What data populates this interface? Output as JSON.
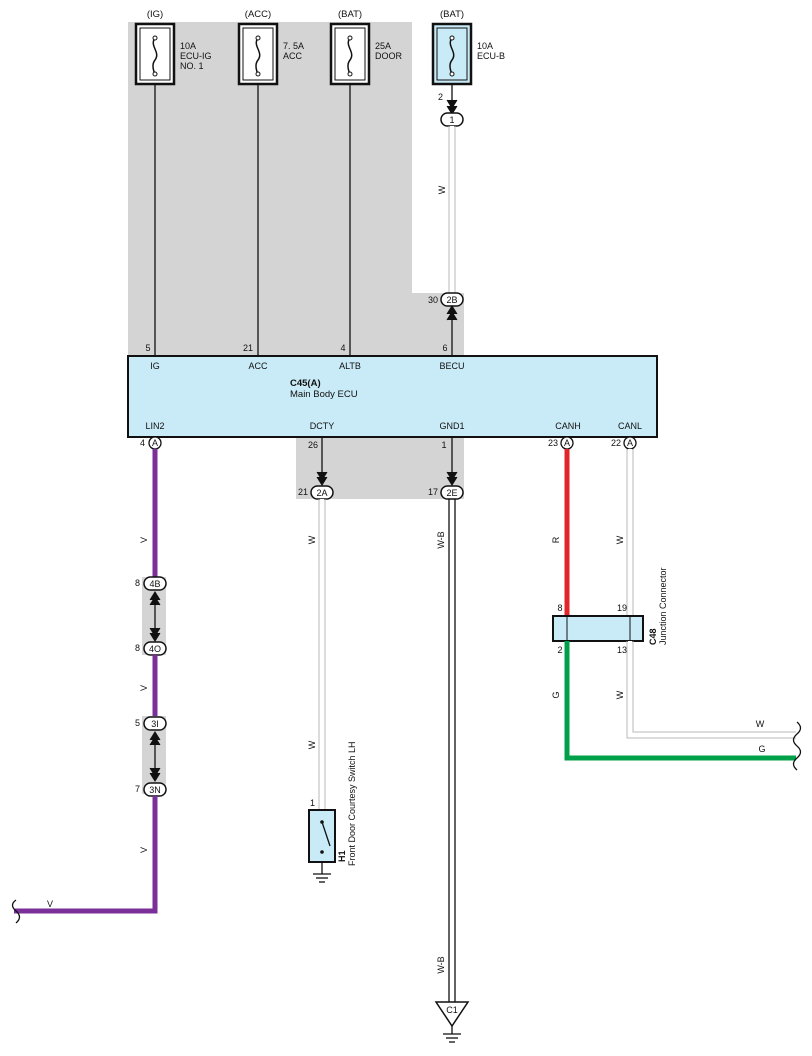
{
  "fuses": [
    {
      "source": "(IG)",
      "rating": "10A",
      "name1": "ECU-IG",
      "name2": "NO. 1"
    },
    {
      "source": "(ACC)",
      "rating": "7. 5A",
      "name1": "ACC",
      "name2": ""
    },
    {
      "source": "(BAT)",
      "rating": "25A",
      "name1": "DOOR",
      "name2": ""
    },
    {
      "source": "(BAT)",
      "rating": "10A",
      "name1": "ECU-B",
      "name2": ""
    }
  ],
  "ecu": {
    "code": "C45(A)",
    "name": "Main Body ECU",
    "top_pins": [
      {
        "num": "5",
        "label": "IG"
      },
      {
        "num": "21",
        "label": "ACC"
      },
      {
        "num": "4",
        "label": "ALTB"
      },
      {
        "num": "6",
        "label": "BECU"
      }
    ],
    "bottom_pins": [
      {
        "num": "4",
        "label": "LIN2",
        "connector": "A"
      },
      {
        "num": "26",
        "label": "DCTY",
        "connector": ""
      },
      {
        "num": "1",
        "label": "GND1",
        "connector": ""
      },
      {
        "num": "23",
        "label": "CANH",
        "connector": "A"
      },
      {
        "num": "22",
        "label": "CANL",
        "connector": "A"
      }
    ]
  },
  "connectors": {
    "c_1": {
      "pin": "2",
      "id": "1"
    },
    "c_2b": {
      "pin": "30",
      "id": "2B"
    },
    "c_2a": {
      "pin": "21",
      "id": "2A"
    },
    "c_2e": {
      "pin": "17",
      "id": "2E"
    },
    "c_4b": {
      "pin": "8",
      "id": "4B"
    },
    "c_4o": {
      "pin": "8",
      "id": "4O"
    },
    "c_3i": {
      "pin": "5",
      "id": "3I"
    },
    "c_3n": {
      "pin": "7",
      "id": "3N"
    }
  },
  "wire_colors": {
    "W": "W",
    "V": "V",
    "R": "R",
    "G": "G",
    "WB": "W-B"
  },
  "junction": {
    "code": "C48",
    "name": "Junction Connector",
    "pin_in_h": "8",
    "pin_in_l": "19",
    "pin_out_h": "2",
    "pin_out_l": "13"
  },
  "switch": {
    "code": "H1",
    "name": "Front Door Courtesy Switch LH",
    "pin": "1"
  },
  "ground": {
    "id": "C1"
  },
  "colors": {
    "component_fill": "#c9eaf7",
    "shade": "#d4d4d4",
    "wire_v": "#7b2f98",
    "wire_r": "#e1252b",
    "wire_g": "#00a04a",
    "wire_white": "#c8c8c8"
  }
}
